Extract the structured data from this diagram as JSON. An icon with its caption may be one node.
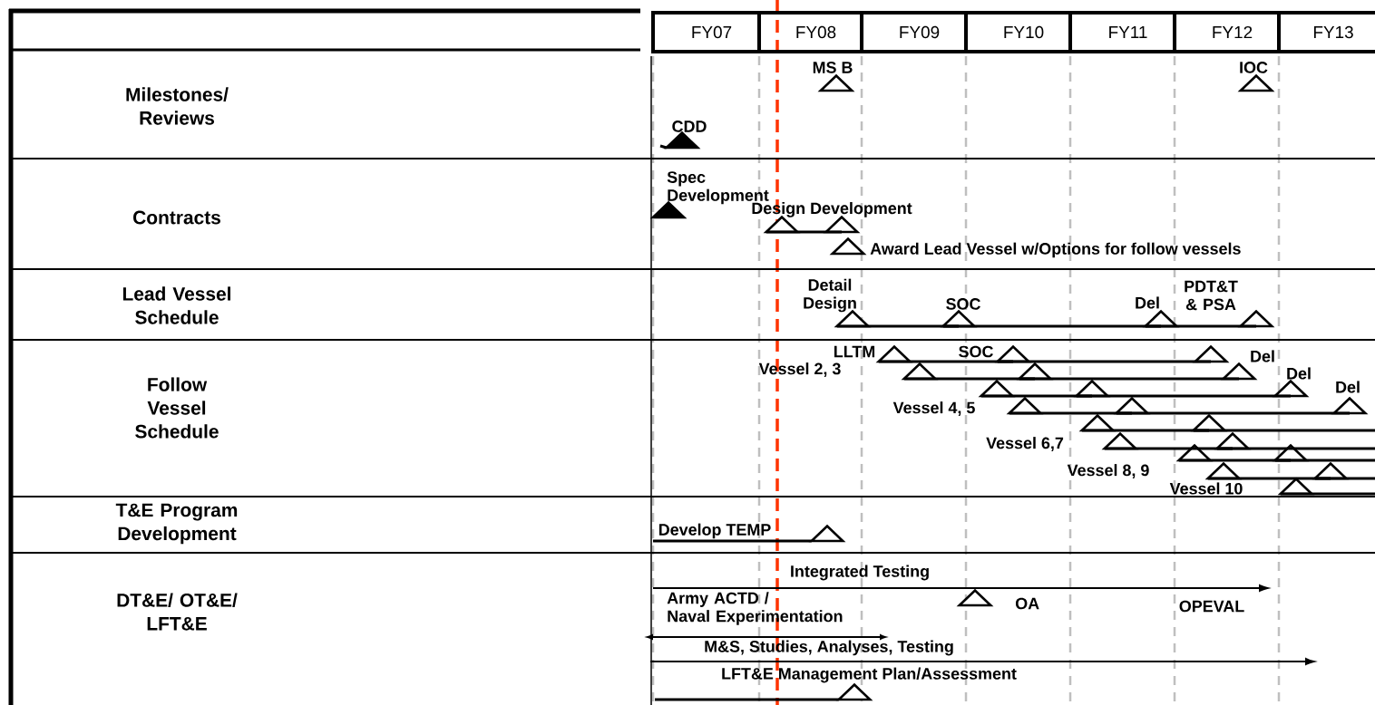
{
  "diagram": {
    "nodes": [
      {
        "text": [
          "FY07"
        ]
      },
      {
        "text": [
          "FY08"
        ]
      },
      {
        "text": [
          "FY09"
        ]
      },
      {
        "text": [
          "FY10"
        ]
      },
      {
        "text": [
          "FY11"
        ]
      },
      {
        "text": [
          "FY12"
        ]
      },
      {
        "text": [
          "FY13"
        ]
      },
      {
        "text": [
          "Milestones/ Reviews"
        ]
      },
      {
        "text": [
          "Contracts"
        ]
      },
      {
        "text": [
          "Lead Vessel Schedule"
        ]
      },
      {
        "text": [
          "Follow Vessel Schedule"
        ]
      },
      {
        "text": [
          "T&E Program Development"
        ]
      },
      {
        "text": [
          "DT&E/ OT&E/ LFT&E"
        ]
      },
      {
        "text": [],
        "shape": "triangle",
        "beside": [
          "MS B"
        ]
      },
      {
        "text": [],
        "shape": "triangle",
        "beside": [
          "IOC"
        ]
      },
      {
        "text": [],
        "shape": "triangle",
        "beside": [
          "CDD"
        ]
      },
      {
        "text": [],
        "shape": "triangle",
        "beside": [
          "Spec Development"
        ]
      },
      {
        "text": [],
        "shape": "triangle",
        "beside": [
          "Design Development"
        ]
      },
      {
        "text": [],
        "shape": "triangle"
      },
      {
        "text": [],
        "shape": "triangle",
        "beside": [
          "Award Lead Vessel w/Options for follow vessels"
        ]
      },
      {
        "text": [],
        "shape": "triangle",
        "beside": [
          "Detail Design"
        ]
      },
      {
        "text": [],
        "shape": "triangle",
        "beside": [
          "SOC"
        ]
      },
      {
        "text": [],
        "shape": "triangle",
        "beside": [
          "Del"
        ]
      },
      {
        "text": [],
        "shape": "triangle",
        "beside": [
          "PDT&T & PSA"
        ]
      },
      {
        "text": [],
        "shape": "triangle"
      },
      {
        "text": [],
        "shape": "triangle"
      },
      {
        "text": [],
        "shape": "triangle"
      },
      {
        "text": [],
        "shape": "triangle"
      },
      {
        "text": [],
        "shape": "triangle"
      },
      {
        "text": [],
        "shape": "triangle"
      },
      {
        "text": [],
        "shape": "triangle"
      },
      {
        "text": [],
        "shape": "triangle"
      },
      {
        "text": [],
        "shape": "triangle"
      },
      {
        "text": [],
        "shape": "triangle"
      },
      {
        "text": [],
        "shape": "triangle"
      },
      {
        "text": [],
        "shape": "triangle"
      },
      {
        "text": [],
        "shape": "triangle"
      },
      {
        "text": [],
        "shape": "triangle"
      },
      {
        "text": [],
        "shape": "triangle"
      },
      {
        "text": [],
        "shape": "triangle"
      },
      {
        "text": [],
        "shape": "triangle"
      },
      {
        "text": [],
        "shape": "triangle"
      },
      {
        "text": [],
        "shape": "triangle"
      },
      {
        "text": [],
        "shape": "triangle"
      },
      {
        "text": [],
        "shape": "triangle"
      },
      {
        "text": [],
        "shape": "triangle"
      },
      {
        "text": [],
        "shape": "triangle",
        "beside": [
          "OA"
        ]
      },
      {
        "text": [],
        "shape": "triangle"
      }
    ],
    "edges": [
      {
        "from": 17,
        "to": 18,
        "arrow": "none"
      },
      {
        "from": 20,
        "to": 21,
        "arrow": "none"
      },
      {
        "from": 21,
        "to": 22,
        "arrow": "none"
      },
      {
        "from": 22,
        "to": 23,
        "arrow": "none"
      },
      {
        "from": 24,
        "to": 25,
        "arrow": "none"
      },
      {
        "from": 25,
        "to": 26,
        "arrow": "none"
      },
      {
        "from": 27,
        "to": 28,
        "arrow": "none"
      },
      {
        "from": 28,
        "to": 29,
        "arrow": "none"
      },
      {
        "from": 30,
        "to": 31,
        "arrow": "none"
      },
      {
        "from": 31,
        "to": 32,
        "arrow": "none"
      },
      {
        "from": 33,
        "to": 34,
        "arrow": "none"
      },
      {
        "from": 34,
        "to": 35,
        "arrow": "none"
      },
      {
        "from": 36,
        "to": 37,
        "arrow": "none"
      },
      {
        "from": 37,
        "to": null,
        "arrow": "none"
      },
      {
        "from": 38,
        "to": 39,
        "arrow": "none"
      },
      {
        "from": 39,
        "to": null,
        "arrow": "none"
      },
      {
        "from": 40,
        "to": 41,
        "arrow": "none"
      },
      {
        "from": 41,
        "to": null,
        "arrow": "none"
      },
      {
        "from": 42,
        "to": 43,
        "arrow": "none"
      },
      {
        "from": 43,
        "to": null,
        "arrow": "none"
      },
      {
        "from": 44,
        "to": null,
        "arrow": "none"
      },
      {
        "from": null,
        "to": 15,
        "arrow": "none"
      },
      {
        "from": null,
        "to": 45,
        "arrow": "none",
        "label": "Develop TEMP"
      },
      {
        "from": null,
        "to": 47,
        "arrow": "none",
        "label": "LFT&E Management Plan/Assessment"
      }
    ],
    "labels": [
      "LLTM",
      "SOC",
      "Del",
      "Vessel 2, 3",
      "Del",
      "Del",
      "Vessel 4, 5",
      "Vessel 6,7",
      "Vessel 8, 9",
      "Vessel 10",
      "Integrated Testing",
      "Army ACTD / Naval Experimentation",
      "OPEVAL",
      "M&S, Studies, Analyses, Testing"
    ]
  }
}
